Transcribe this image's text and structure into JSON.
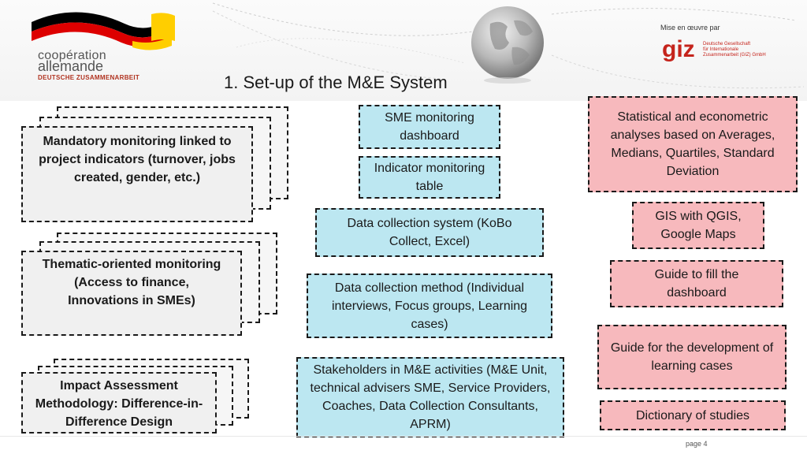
{
  "header": {
    "logo_left": {
      "line1": "coopération",
      "line2": "allemande",
      "line3": "DEUTSCHE ZUSAMMENARBEIT",
      "colors": [
        "#000000",
        "#dd0000",
        "#ffce00"
      ]
    },
    "mise_en_oeuvre": "Mise en œuvre par",
    "giz": {
      "wordmark": "giz",
      "sub1": "Deutsche Gesellschaft",
      "sub2": "für Internationale",
      "sub3": "Zusammenarbeit (GIZ) GmbH",
      "color": "#c5241c"
    }
  },
  "title": "1. Set-up of the M&E System",
  "left_column": {
    "mandatory": "Mandatory monitoring linked to project indicators (turnover, jobs created, gender, etc.)",
    "thematic": "Thematic-oriented monitoring (Access to finance, Innovations in SMEs)",
    "impact": "Impact Assessment Methodology: Difference-in-Difference Design"
  },
  "middle_column": {
    "sme_dashboard": "SME monitoring dashboard",
    "indicator_table": "Indicator monitoring table",
    "data_system": "Data collection system (KoBo Collect, Excel)",
    "data_method": "Data collection method (Individual interviews, Focus groups, Learning cases)",
    "stakeholders": "Stakeholders in M&E activities (M&E Unit, technical advisers SME, Service Providers, Coaches, Data Collection Consultants, APRM)"
  },
  "right_column": {
    "statistical": "Statistical and econometric analyses based on Averages, Medians, Quartiles, Standard Deviation",
    "gis": "GIS with QGIS, Google Maps",
    "guide_dashboard": "Guide to fill the dashboard",
    "guide_learning": "Guide for the development of learning cases",
    "dictionary": "Dictionary of studies"
  },
  "colors": {
    "blue_box": "#bce7f1",
    "pink_box": "#f7b9bd",
    "gray_box": "#f0f0f0"
  },
  "footer": {
    "page": "page 4"
  }
}
